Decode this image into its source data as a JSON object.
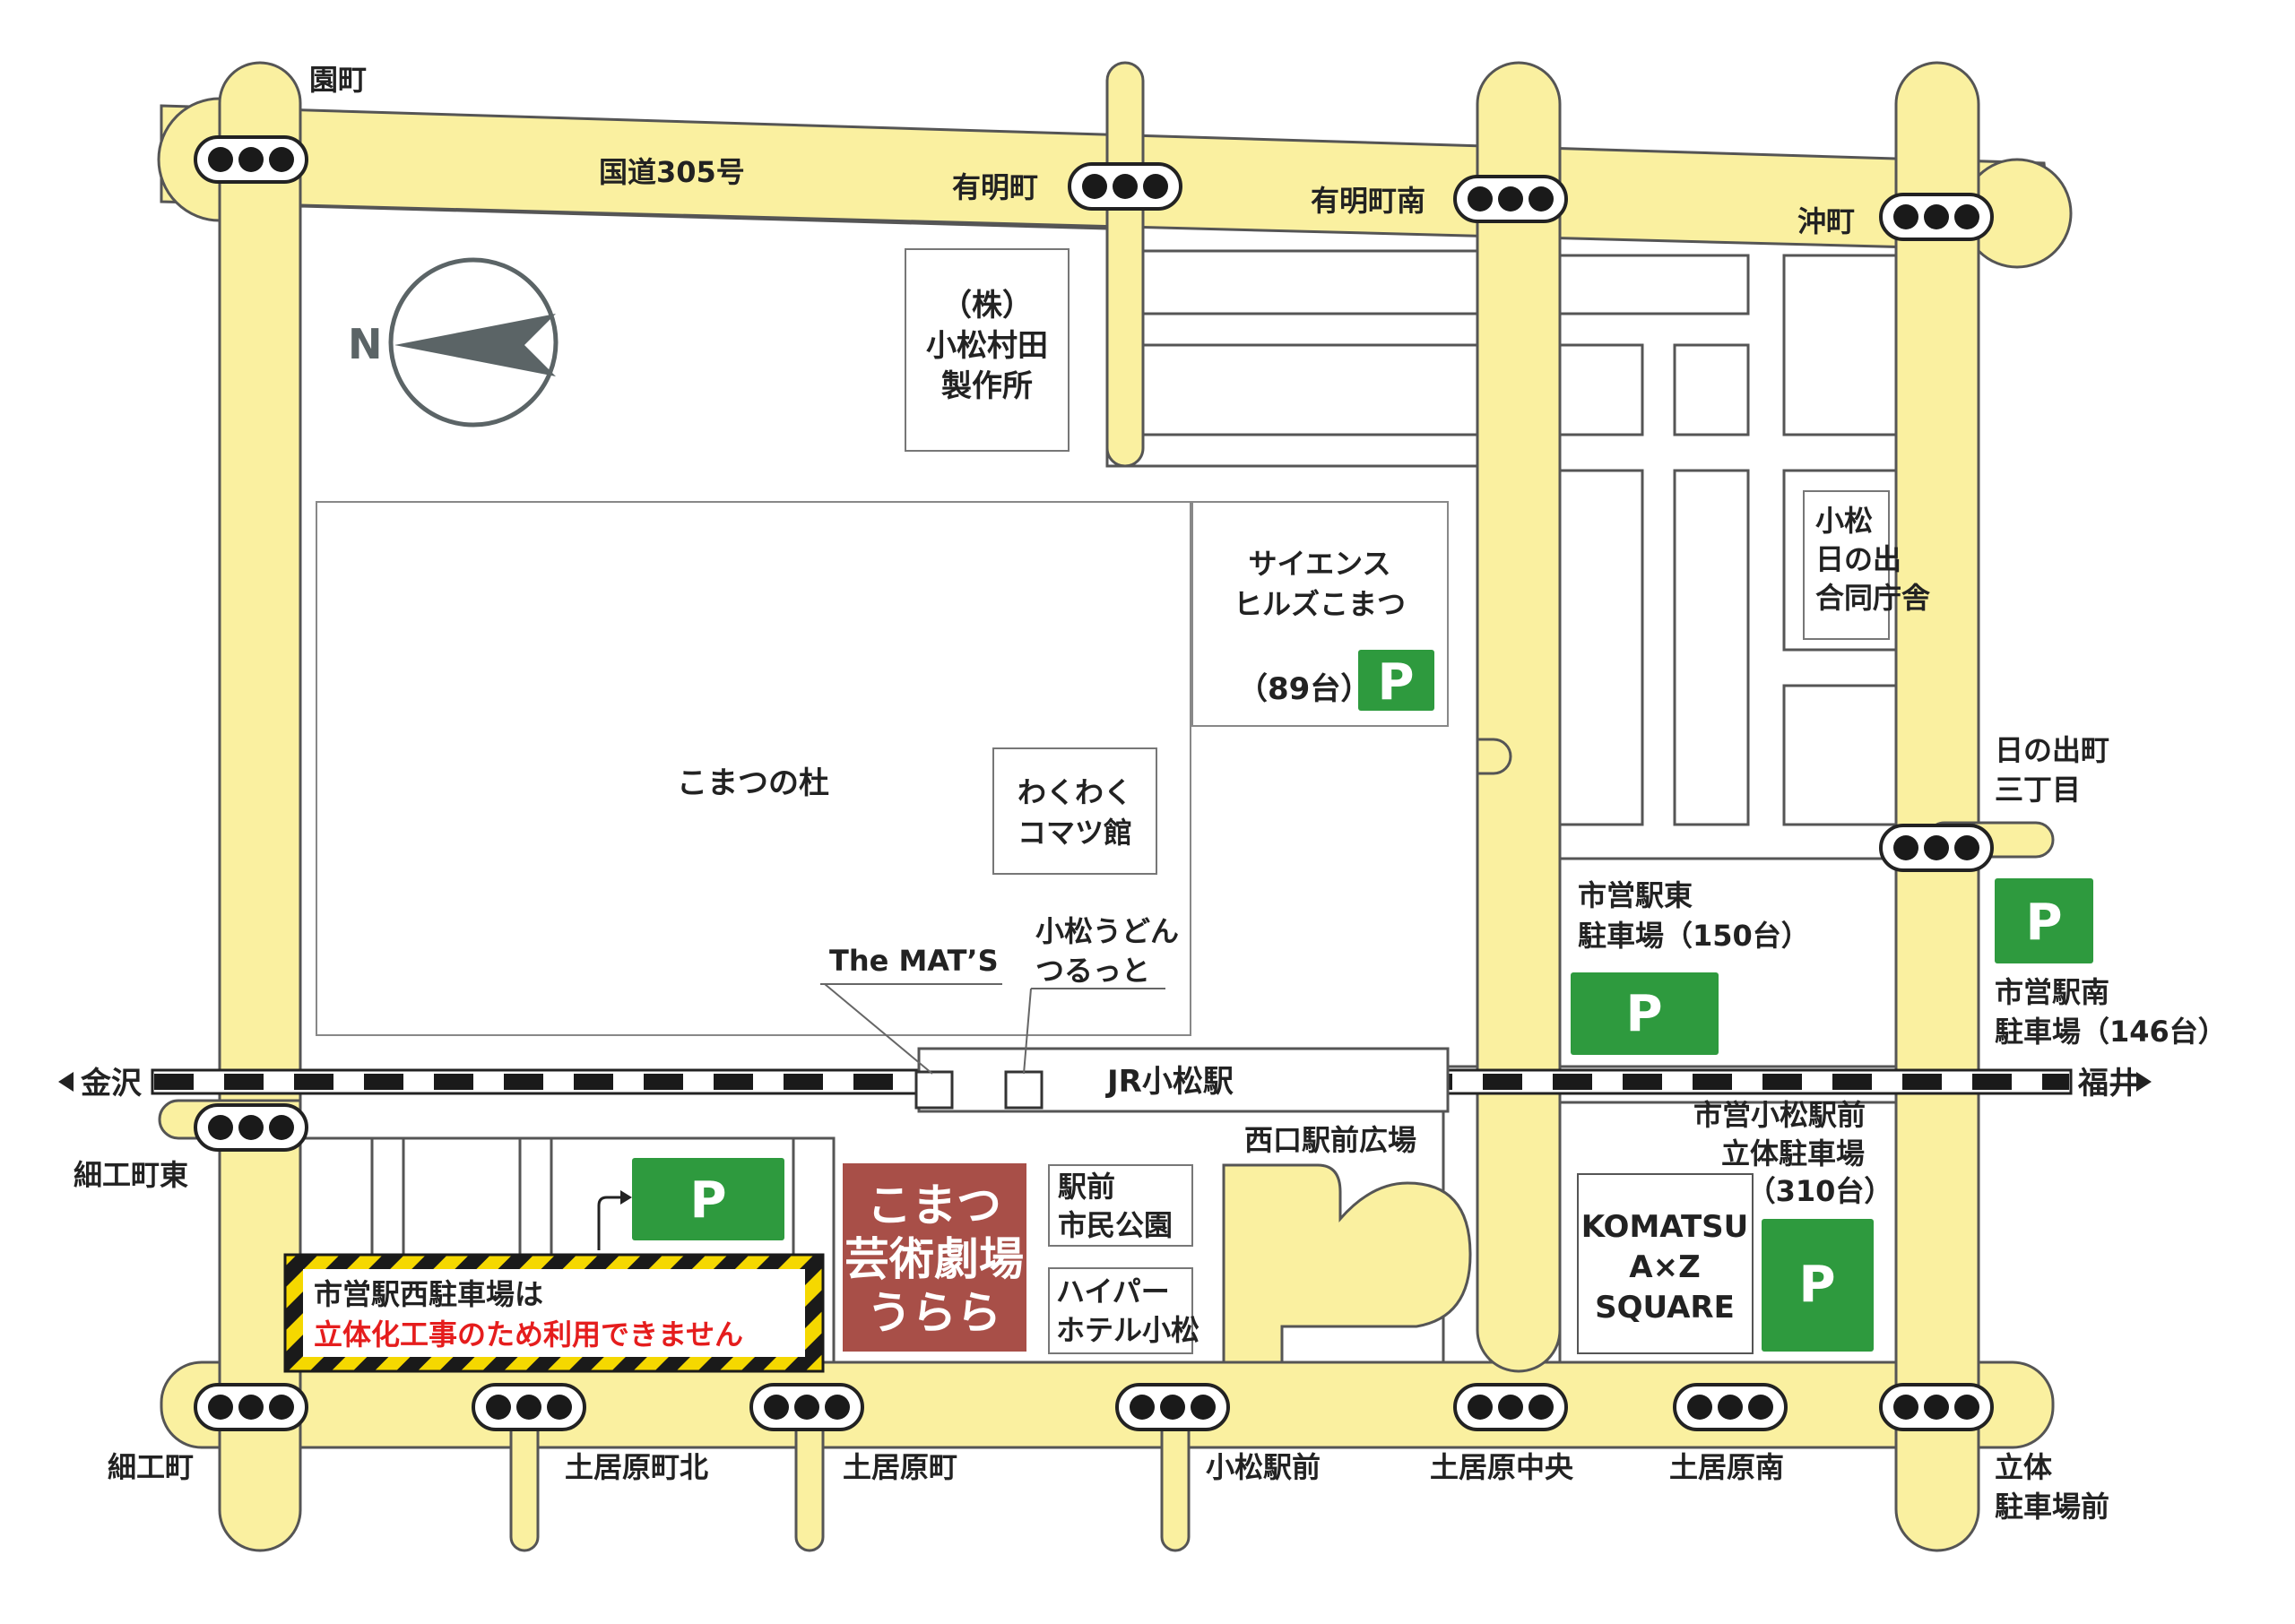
{
  "colors": {
    "road": "#faf0a0",
    "road_edge": "#555555",
    "parking": "#2e9a3e",
    "theater": "#a84f48",
    "warning_stripe": "#f5d800",
    "warning_text": "#e51d1d",
    "compass": "#5b6466"
  },
  "compass": {
    "label": "N"
  },
  "roads": {
    "route305": "国道305号"
  },
  "intersections": {
    "sonomachi": "園町",
    "ariakemachi": "有明町",
    "ariakemachi_minami": "有明町南",
    "okimachi": "沖町",
    "hinodemachi_3": [
      "日の出町",
      "三丁目"
    ],
    "hosokumachi_higashi": "細工町東",
    "hosokumachi": "細工町",
    "doiharamachi_kita": "土居原町北",
    "doiharamachi": "土居原町",
    "komatsu_ekimae": "小松駅前",
    "doihara_chuo": "土居原中央",
    "doihara_minami": "土居原南",
    "rittai_chushajo_mae": [
      "立体",
      "駐車場前"
    ]
  },
  "railway": {
    "west_label": "金沢",
    "east_label": "福井",
    "station": "JR小松駅"
  },
  "buildings": {
    "murata": [
      "（株）",
      "小松村田",
      "製作所"
    ],
    "science_hills": [
      "サイエンス",
      "ヒルズこまつ"
    ],
    "science_hills_parking": "（89台）",
    "komatsu_no_mori": "こまつの杜",
    "wakuwaku": [
      "わくわく",
      "コマツ館"
    ],
    "the_mats": "The MAT’S",
    "udon": [
      "小松うどん",
      "つるっと"
    ],
    "godo_chosha": [
      "小松",
      "日の出",
      "合同庁舎"
    ],
    "nishiguchi_plaza": "西口駅前広場",
    "ekimae_park": [
      "駅前",
      "市民公園"
    ],
    "hyper_hotel": [
      "ハイパー",
      "ホテル小松"
    ],
    "az_square": [
      "KOMATSU",
      "A×Z",
      "SQUARE"
    ],
    "theater": [
      "こまつ",
      "芸術劇場",
      "うらら"
    ]
  },
  "parking": {
    "symbol": "P",
    "east": [
      "市営駅東",
      "駐車場（150台）"
    ],
    "south": [
      "市営駅南",
      "駐車場（146台）"
    ],
    "ekimae_rittai": [
      "市営小松駅前",
      "立体駐車場",
      "（310台）"
    ]
  },
  "notice": {
    "line1": "市営駅西駐車場は",
    "line2": "立体化工事のため利用できません"
  }
}
